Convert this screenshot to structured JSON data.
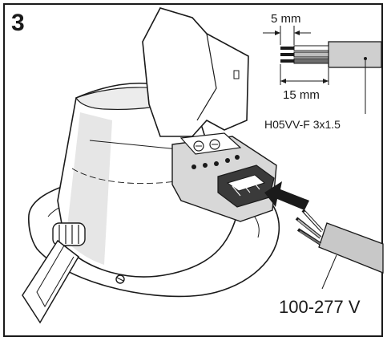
{
  "step_number": "3",
  "cable_strip": {
    "inner_strip_length": "5 mm",
    "outer_strip_length": "15 mm",
    "cable_type": "H05VV-F 3x1.5"
  },
  "supply_voltage": "100-277 V",
  "colors": {
    "ink": "#1a1a1a",
    "fill_light": "#ffffff",
    "fill_shade": "#bdbdbd",
    "fill_dark": "#6e6e6e",
    "cable": "#c8c8c8"
  }
}
